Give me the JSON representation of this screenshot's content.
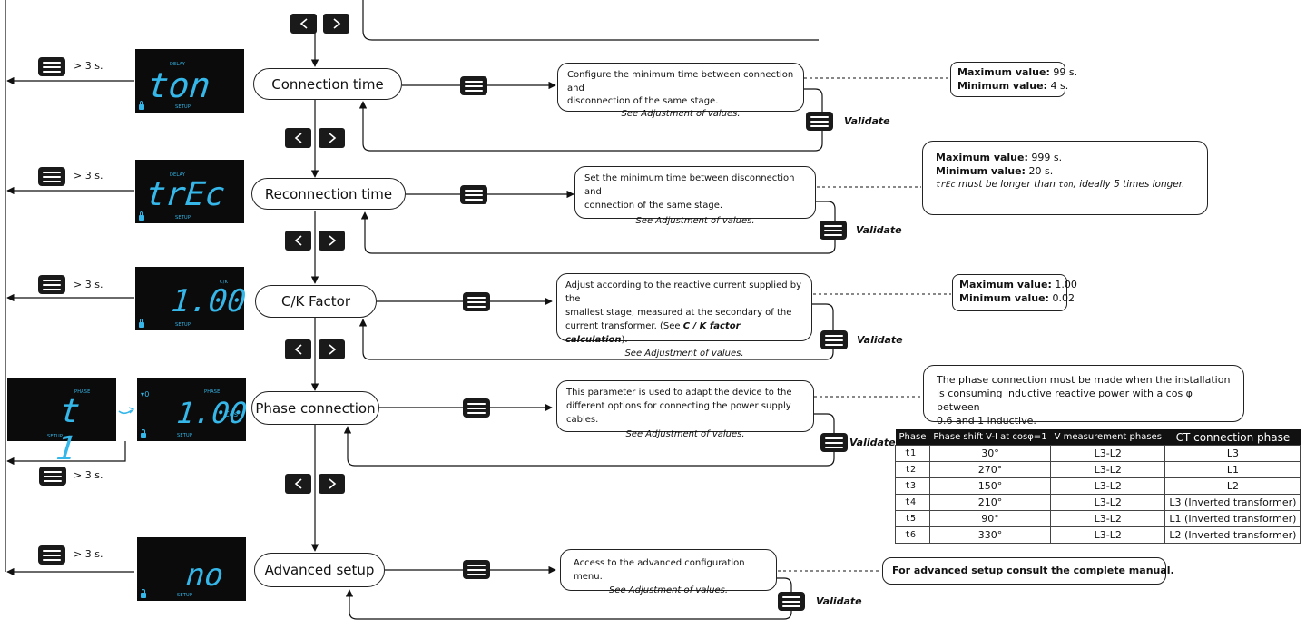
{
  "keys": {
    "hold_label": "> 3 s.",
    "validate_label": "Validate"
  },
  "steps": [
    {
      "title": "Connection time",
      "display": {
        "top": "DELAY",
        "main": "ton",
        "bottom": "SETUP"
      },
      "description": [
        "Configure the minimum time between connection and",
        "disconnection of the same stage."
      ],
      "see": "See Adjustment of values.",
      "limits": [
        {
          "label": "Maximum value:",
          "value": " 99 s."
        },
        {
          "label": "Minimum value:",
          "value": " 4 s."
        }
      ]
    },
    {
      "title": "Reconnection time",
      "display": {
        "top": "DELAY",
        "main": "trEc",
        "bottom": "SETUP"
      },
      "description": [
        "Set the minimum time between disconnection and",
        "connection of the same stage."
      ],
      "see": "See Adjustment of values.",
      "limits": [
        {
          "label": "Maximum value:",
          "value": " 999 s."
        },
        {
          "label": "Minimum value:",
          "value": " 20 s."
        }
      ],
      "note": {
        "seg1": "trEc",
        "mid": " must be longer than ",
        "seg2": "ton",
        "end": ", ideally 5 times longer."
      }
    },
    {
      "title": "C/K Factor",
      "display": {
        "top": "C/K",
        "main": "1.00",
        "bottom": "SETUP"
      },
      "description": [
        "Adjust according to the reactive current supplied by the",
        "smallest stage, measured at the secondary of the",
        "current transformer. (See "
      ],
      "desc_bold": "C / K factor calculation",
      "desc_end": ").",
      "see": "See Adjustment of values.",
      "limits": [
        {
          "label": "Maximum value:",
          "value": " 1.00"
        },
        {
          "label": "Minimum value:",
          "value": " 0.02"
        }
      ]
    },
    {
      "title": "Phase connection",
      "display": {
        "top": "PHASE",
        "main": "1.00",
        "unit": "Cos",
        "bottom": "SETUP"
      },
      "display_alt": {
        "top": "PHASE",
        "main": "t 1",
        "bottom": "SETUP"
      },
      "description": [
        "This parameter is used to adapt the device to the",
        "different options for connecting the power supply cables."
      ],
      "see": "See Adjustment of values.",
      "note_lines": [
        "The phase connection must be made when the installation",
        "is consuming inductive reactive power with a cos φ between",
        "0.6 and 1 inductive."
      ]
    },
    {
      "title": "Advanced setup",
      "display": {
        "top": "",
        "main": "no",
        "bottom": "SETUP"
      },
      "description": [
        "Access to the advanced configuration menu."
      ],
      "see": "See Adjustment of values.",
      "note_text": "For advanced setup consult the complete manual."
    }
  ],
  "phase_table": {
    "headers": [
      "Phase",
      "Phase shift V-I at cosφ=1",
      "V measurement phases",
      "CT connection phase"
    ],
    "rows": [
      [
        "t1",
        "30°",
        "L3-L2",
        "L3"
      ],
      [
        "t2",
        "270°",
        "L3-L2",
        "L1"
      ],
      [
        "t3",
        "150°",
        "L3-L2",
        "L2"
      ],
      [
        "t4",
        "210°",
        "L3-L2",
        "L3 (Inverted transformer)"
      ],
      [
        "t5",
        "90°",
        "L3-L2",
        "L1 (Inverted transformer)"
      ],
      [
        "t6",
        "330°",
        "L3-L2",
        "L2 (Inverted transformer)"
      ]
    ]
  }
}
